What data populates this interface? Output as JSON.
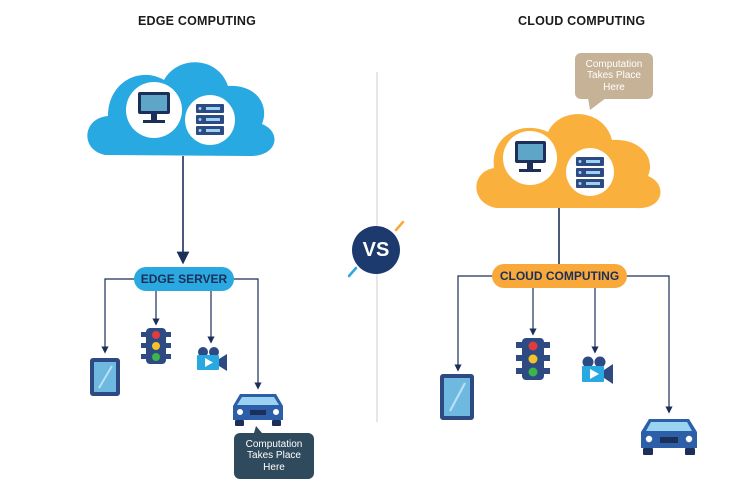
{
  "left": {
    "title": "EDGE COMPUTING",
    "hub_label": "EDGE SERVER",
    "callout": "Computation Takes Place Here"
  },
  "right": {
    "title": "CLOUD COMPUTING",
    "hub_label": "CLOUD COMPUTING",
    "callout": "Computation Takes Place Here"
  },
  "center": {
    "vs_label": "VS"
  },
  "colors": {
    "edge_accent": "#2aa8e0",
    "cloud_accent": "#f9a93a",
    "navy": "#1c3a6e",
    "callout_dark": "#2f4a5c",
    "callout_tan": "#c6b397"
  },
  "icons": [
    "monitor-icon",
    "server-rack-icon",
    "tablet-icon",
    "traffic-light-icon",
    "video-camera-icon",
    "car-icon"
  ]
}
